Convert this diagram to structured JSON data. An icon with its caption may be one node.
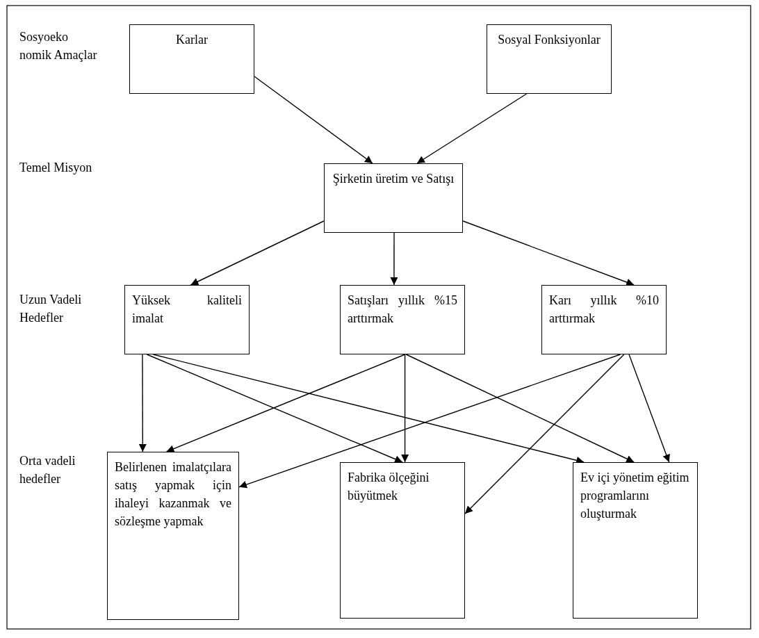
{
  "diagram": {
    "nodes": [
      {
        "text": [
          "Karlar"
        ]
      },
      {
        "text": [
          "Sosyal Fonksiyonlar"
        ]
      },
      {
        "text": [
          "Şirketin üretim ve Satışı"
        ]
      },
      {
        "text": [
          "Yüksek kaliteli imalat"
        ]
      },
      {
        "text": [
          "Satışları yıllık %15 arttırmak"
        ]
      },
      {
        "text": [
          "Karı yıllık %10 arttırmak"
        ]
      },
      {
        "text": [
          "Belirlenen imalatçılara satış yapmak için ihaleyi kazanmak ve sözleşme yapmak"
        ]
      },
      {
        "text": [
          "Fabrika ölçeğini büyütmek"
        ]
      },
      {
        "text": [
          "Ev içi yönetim eğitim programlarını oluşturmak"
        ]
      }
    ],
    "edges": [
      {
        "from": 0,
        "to": 2,
        "arrow": "to"
      },
      {
        "from": 1,
        "to": 2,
        "arrow": "to"
      },
      {
        "from": 2,
        "to": 3,
        "arrow": "to"
      },
      {
        "from": 2,
        "to": 4,
        "arrow": "to"
      },
      {
        "from": 2,
        "to": 5,
        "arrow": "to"
      },
      {
        "from": 3,
        "to": 6,
        "arrow": "to"
      },
      {
        "from": 3,
        "to": 7,
        "arrow": "to"
      },
      {
        "from": 3,
        "to": 8,
        "arrow": "to"
      },
      {
        "from": 4,
        "to": 6,
        "arrow": "to"
      },
      {
        "from": 4,
        "to": 7,
        "arrow": "to"
      },
      {
        "from": 4,
        "to": 8,
        "arrow": "to"
      },
      {
        "from": 5,
        "to": 6,
        "arrow": "to"
      },
      {
        "from": 5,
        "to": 7,
        "arrow": "to"
      },
      {
        "from": 5,
        "to": 8,
        "arrow": "to"
      }
    ],
    "labels": [
      "Sosyoeko nomik Amaçlar",
      "Temel Misyon",
      "Uzun Vadeli Hedefler",
      "Orta vadeli hedefler"
    ]
  }
}
